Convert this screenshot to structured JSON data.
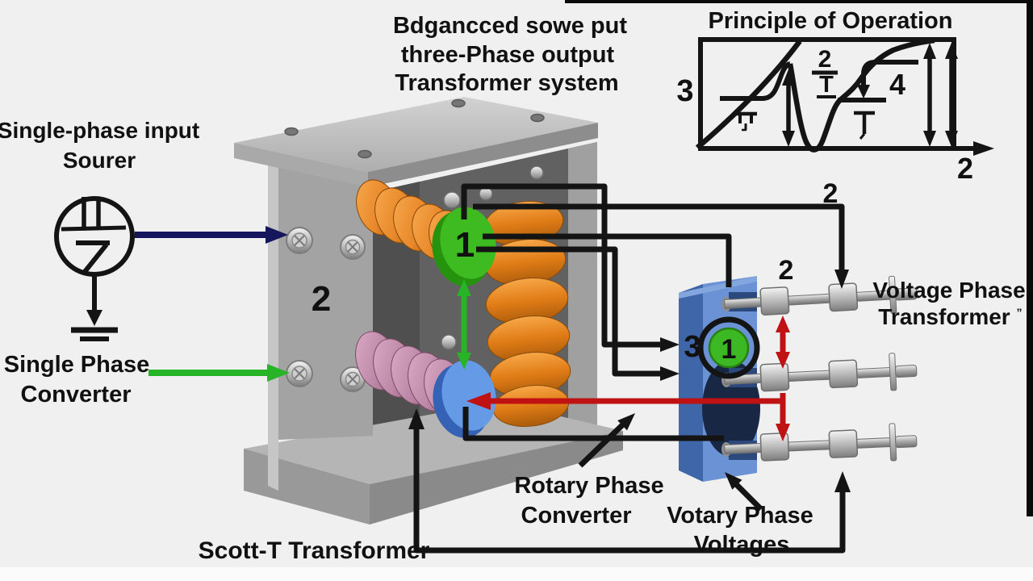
{
  "colors": {
    "background": "#f0f0f1",
    "ink": "#111111",
    "wire_black": "#141414",
    "navy_arrow": "#16165c",
    "green_arrow": "#27b427",
    "red_arrow": "#c01212",
    "orange_coil": "#e8882a",
    "pink_coil": "#c08cac",
    "green_disc": "#3dbb20",
    "blue_disc": "#649ae6",
    "bracket_blue": "#6a92d4",
    "metal_gray": "#a3a3a3"
  },
  "source": {
    "line1": "Single-phase input",
    "line2": "Sourer"
  },
  "converter": {
    "line1": "Single Phase",
    "line2": "Converter"
  },
  "main_title": {
    "line1": "Bdgancced sowe put",
    "line2": "three-Phase output",
    "line3": "Transformer system"
  },
  "principle_panel": {
    "title": "Principle of Operation",
    "y_label": "3",
    "fraction_numerator": "2",
    "fraction_denominator": "T",
    "curve_label": "4",
    "x_axis_label": "2"
  },
  "markers": {
    "plate_number": "2",
    "primary_disc_number": "1",
    "wire_corner_number": "2",
    "rod_number": "2",
    "tap_number": "3",
    "converter_node_number": "1"
  },
  "labels": {
    "scott_t": "Scott-T Transformer",
    "rotary_line1": "Rotary Phase",
    "rotary_line2": "Converter",
    "votary_line1": "Votary Phase",
    "votary_line2": "Voltages",
    "voltage_line1": "Voltage Phase",
    "voltage_line2": "Transformer",
    "voltage_artifact": "”"
  }
}
